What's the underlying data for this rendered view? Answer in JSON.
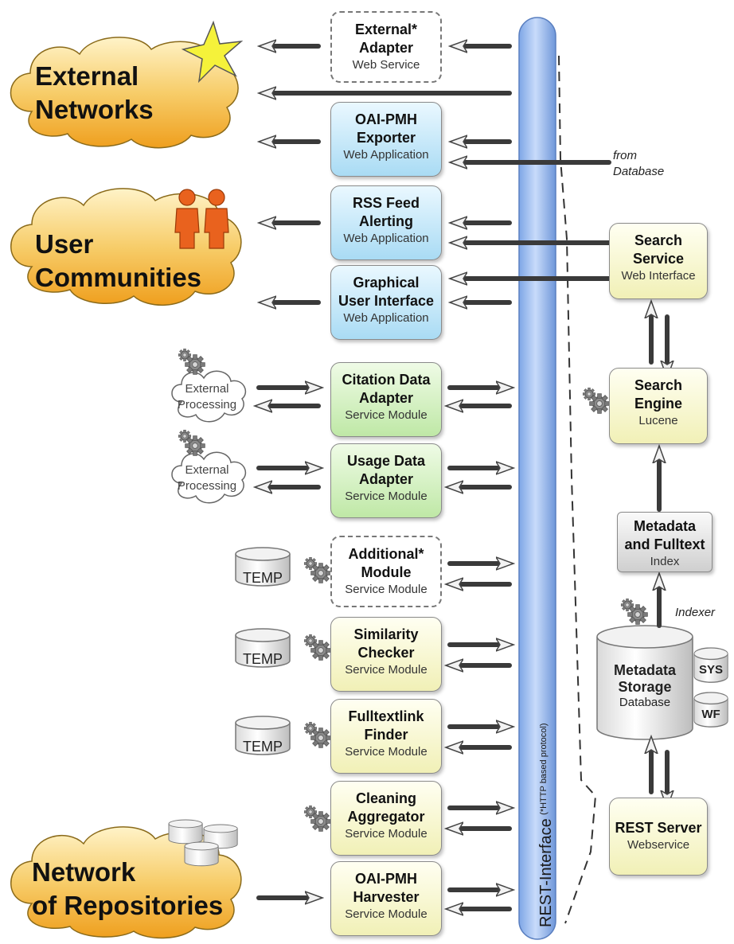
{
  "clouds": {
    "external_networks": [
      "External",
      "Networks"
    ],
    "user_communities": [
      "User",
      "Communities"
    ],
    "network_of_repositories": [
      "Network",
      "of Repositories"
    ]
  },
  "modules": {
    "external_adapter": {
      "title": [
        "External*",
        "Adapter"
      ],
      "subtitle": "Web Service"
    },
    "oai_exporter": {
      "title": [
        "OAI-PMH",
        "Exporter"
      ],
      "subtitle": "Web Application"
    },
    "rss": {
      "title": [
        "RSS Feed",
        "Alerting"
      ],
      "subtitle": "Web Application"
    },
    "gui": {
      "title": [
        "Graphical",
        "User Interface"
      ],
      "subtitle": "Web Application"
    },
    "citation": {
      "title": [
        "Citation Data",
        "Adapter"
      ],
      "subtitle": "Service Module"
    },
    "usage": {
      "title": [
        "Usage Data",
        "Adapter"
      ],
      "subtitle": "Service Module"
    },
    "additional": {
      "title": [
        "Additional*",
        "Module"
      ],
      "subtitle": "Service Module"
    },
    "similarity": {
      "title": [
        "Similarity",
        "Checker"
      ],
      "subtitle": "Service Module"
    },
    "fulltextlink": {
      "title": [
        "Fulltextlink",
        "Finder"
      ],
      "subtitle": "Service Module"
    },
    "cleaning": {
      "title": [
        "Cleaning",
        "Aggregator"
      ],
      "subtitle": "Service Module"
    },
    "harvester": {
      "title": [
        "OAI-PMH",
        "Harvester"
      ],
      "subtitle": "Service Module"
    }
  },
  "right_stack": {
    "search_service": {
      "title": [
        "Search",
        "Service"
      ],
      "subtitle": "Web Interface"
    },
    "search_engine": {
      "title": [
        "Search",
        "Engine"
      ],
      "subtitle": "Lucene"
    },
    "index": {
      "title": [
        "Metadata",
        "and Fulltext"
      ],
      "subtitle": "Index"
    },
    "storage": {
      "title": [
        "Metadata",
        "Storage"
      ],
      "subtitle": "Database"
    },
    "sys": "SYS",
    "wf": "WF",
    "rest_server": {
      "title": "REST Server",
      "subtitle": "Webservice"
    }
  },
  "external_processing": [
    "External",
    "Processing"
  ],
  "temp": "TEMP",
  "notes": {
    "from_db": [
      "from",
      "Database"
    ],
    "indexer": "Indexer"
  },
  "rest_interface": {
    "label": "REST-Interface",
    "sublabel": "(*HTTP based protocol)"
  },
  "colors": {
    "cloud": "#f5bf4a",
    "star": "#f5f23a",
    "people": "#e9621e",
    "rest_bar": "#a8c4f2"
  }
}
